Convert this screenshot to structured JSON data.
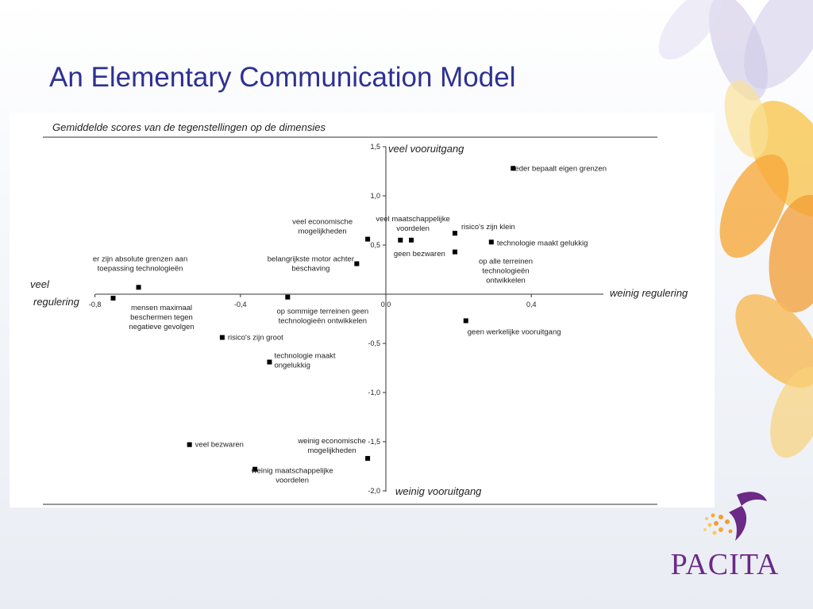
{
  "slide": {
    "title": "An Elementary Communication Model"
  },
  "logo": {
    "text": "PACITA"
  },
  "chart_data": {
    "type": "scatter",
    "title": "Gemiddelde scores van de tegenstellingen op de dimensies",
    "x_axis": {
      "range": [
        -0.85,
        0.65
      ],
      "ticks": [
        -0.8,
        -0.4,
        0.0,
        0.4
      ],
      "tick_labels": [
        "-0,8",
        "-0,4",
        "0,0",
        "0,4"
      ],
      "label_left_line1": "veel",
      "label_left_line2": "regulering",
      "label_right": "weinig regulering"
    },
    "y_axis": {
      "range": [
        -2.0,
        1.5
      ],
      "ticks": [
        1.5,
        1.0,
        0.5,
        -0.5,
        -1.0,
        -1.5,
        -2.0
      ],
      "tick_labels": [
        "1,5",
        "1,0",
        "0,5",
        "-0,5",
        "-1,0",
        "-1,5",
        "-2,0"
      ],
      "label_top": "veel vooruitgang",
      "label_bottom": "weinig vooruitgang"
    },
    "grid": false,
    "points": [
      {
        "label": "ieder bepaalt eigen grenzen",
        "x": 0.35,
        "y": 1.28
      },
      {
        "label": "veel maatschappelijke voordelen",
        "x": 0.07,
        "y": 0.55
      },
      {
        "label": "geen bezwaren",
        "x": 0.04,
        "y": 0.55
      },
      {
        "label": "risico's zijn klein",
        "x": 0.19,
        "y": 0.62
      },
      {
        "label": "technologie maakt gelukkig",
        "x": 0.29,
        "y": 0.53
      },
      {
        "label": "op alle terreinen technologieën ontwikkelen",
        "x": 0.19,
        "y": 0.43
      },
      {
        "label": "veel economische mogelijkheden",
        "x": -0.05,
        "y": 0.56
      },
      {
        "label": "belangrijkste motor achter beschaving",
        "x": -0.08,
        "y": 0.31
      },
      {
        "label": "er zijn absolute grenzen aan toepassing technologieën",
        "x": -0.68,
        "y": 0.07
      },
      {
        "label": "mensen maximaal beschermen tegen negatieve gevolgen",
        "x": -0.75,
        "y": -0.04
      },
      {
        "label": "op sommige terreinen geen technologieën ontwikkelen",
        "x": -0.27,
        "y": -0.03
      },
      {
        "label": "geen werkelijke vooruitgang",
        "x": 0.22,
        "y": -0.27
      },
      {
        "label": "risico's zijn groot",
        "x": -0.45,
        "y": -0.44
      },
      {
        "label": "technologie maakt ongelukkig",
        "x": -0.32,
        "y": -0.69
      },
      {
        "label": "veel bezwaren",
        "x": -0.54,
        "y": -1.53
      },
      {
        "label": "weinig economische mogelijkheden",
        "x": -0.05,
        "y": -1.67
      },
      {
        "label": "weinig maatschappelijke voordelen",
        "x": -0.36,
        "y": -1.78
      }
    ]
  }
}
